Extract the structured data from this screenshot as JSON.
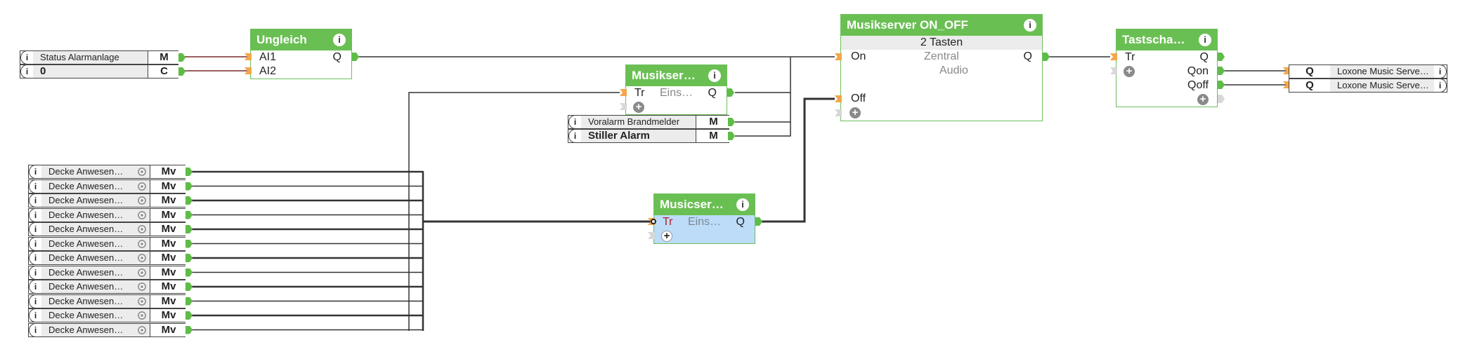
{
  "inputs_left": [
    {
      "name": "Status Alarmanlage",
      "type": "M"
    },
    {
      "name": "0",
      "type": "C"
    }
  ],
  "ungleich": {
    "title": "Ungleich",
    "inputs": [
      "AI1",
      "AI2"
    ],
    "output": "Q"
  },
  "musikser_small": {
    "title": "Musikser…",
    "input": "Tr",
    "param": "Eins…",
    "output": "Q"
  },
  "alarm_tags": [
    {
      "name": "Voralarm Brandmelder",
      "type": "M"
    },
    {
      "name": "Stiller Alarm",
      "type": "M"
    }
  ],
  "presence_inputs": {
    "name": "Decke Anwesen…",
    "type": "Mv",
    "items": [
      "Decke Anwesen…",
      "Decke Anwesen…",
      "Decke Anwesen…",
      "Decke Anwesen…",
      "Decke Anwesen…",
      "Decke Anwesen…",
      "Decke Anwesen…",
      "Decke Anwesen…",
      "Decke Anwesen…",
      "Decke Anwesen…",
      "Decke Anwesen…",
      "Decke Anwesen…"
    ]
  },
  "musicser_selected": {
    "title": "Musicser…",
    "input": "Tr",
    "param": "Eins…",
    "output": "Q",
    "add": "+"
  },
  "onoff": {
    "title": "Musikserver ON_OFF",
    "subtitle": "2 Tasten",
    "inputs": [
      "On",
      "Off"
    ],
    "center_line1": "Zentral",
    "center_line2": "Audio",
    "output": "Q"
  },
  "tastschalter": {
    "title": "Tastscha…",
    "input": "Tr",
    "outputs": [
      "Q",
      "Qon",
      "Qoff"
    ]
  },
  "outputs_right": [
    {
      "type": "Q",
      "name": "Loxone Music Serve…"
    },
    {
      "type": "Q",
      "name": "Loxone Music Serve…"
    }
  ],
  "icons": {
    "info": "i",
    "plus": "+"
  },
  "colors": {
    "block_header": "#6abf53",
    "input_connector": "#f3a74a",
    "output_connector": "#5ebc47",
    "selected_body": "#bcdcf8",
    "wire": "#333333",
    "wire_red": "#7a2b2b"
  }
}
